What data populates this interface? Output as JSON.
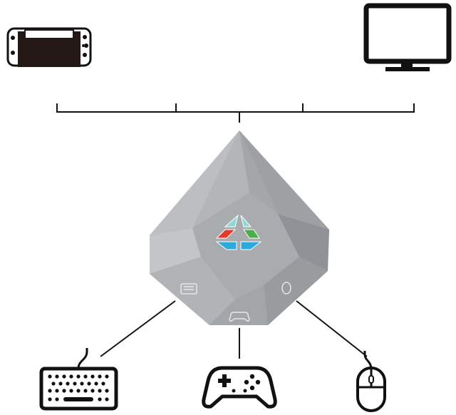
{
  "diagram": {
    "description_labels": [],
    "top_devices": [
      {
        "id": "switch",
        "icon": "nintendo-switch-console-icon"
      },
      {
        "id": "monitor",
        "icon": "monitor-icon"
      }
    ],
    "hub": {
      "icon": "converter-hub-icon",
      "logo_colors": [
        "#8fd6d6",
        "#e23b2e",
        "#4cae4a",
        "#2ea9dc"
      ]
    },
    "bottom_devices": [
      {
        "id": "keyboard",
        "icon": "keyboard-icon"
      },
      {
        "id": "gamepad",
        "icon": "gamepad-icon"
      },
      {
        "id": "mouse",
        "icon": "mouse-icon"
      }
    ],
    "colors": {
      "line": "#111111",
      "hub_body": "#a9acaf",
      "hub_dark": "#8f9397",
      "hub_light": "#c3c6c9"
    }
  }
}
